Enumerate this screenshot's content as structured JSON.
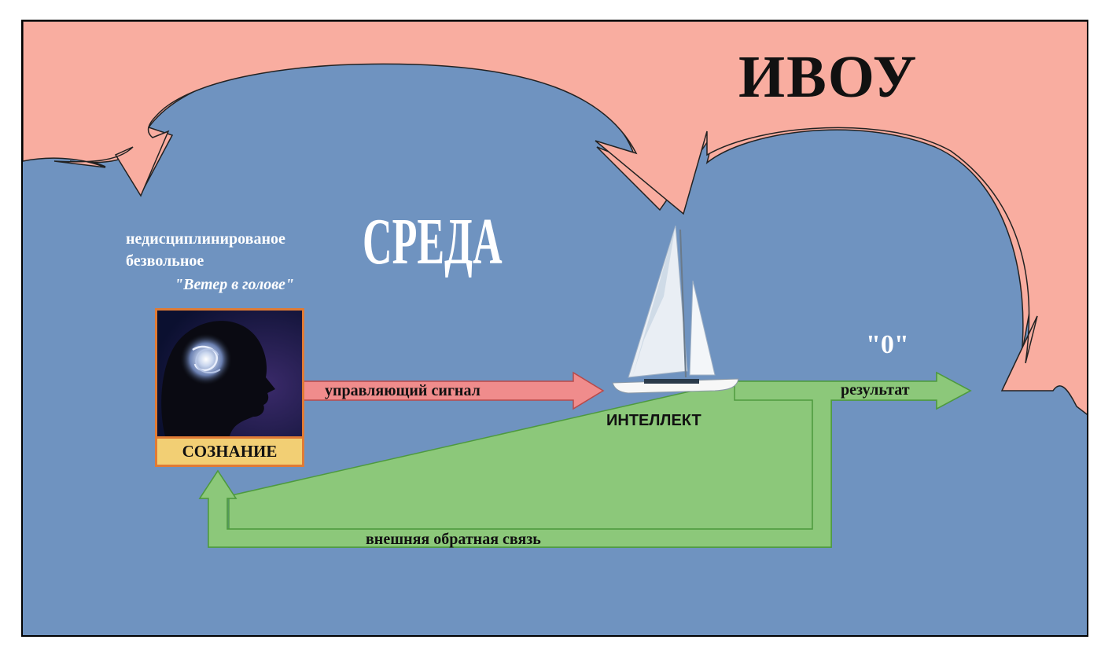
{
  "diagram": {
    "title": "ИВОУ",
    "environment_label": "СРЕДА",
    "description": {
      "line1": "недисциплинированое",
      "line2": "безвольное",
      "line3": "\"Ветер  в голове\""
    },
    "consciousness_label": "СОЗНАНИЕ",
    "control_signal_label": "управляющий сигнал",
    "intellect_label": "ИНТЕЛЛЕКТ",
    "result_label": "результат",
    "result_value": "\"0\"",
    "feedback_label": "внешняя обратная связь",
    "colors": {
      "outer_region": "#f9ada0",
      "environment": "#6f93c0",
      "control_arrow": "#f08c8c",
      "result_arrow": "#8cc87a",
      "label_box": "#f2cf74",
      "box_border": "#e07b35"
    },
    "icons": [
      "head-galaxy-icon",
      "sailboat-icon"
    ]
  }
}
